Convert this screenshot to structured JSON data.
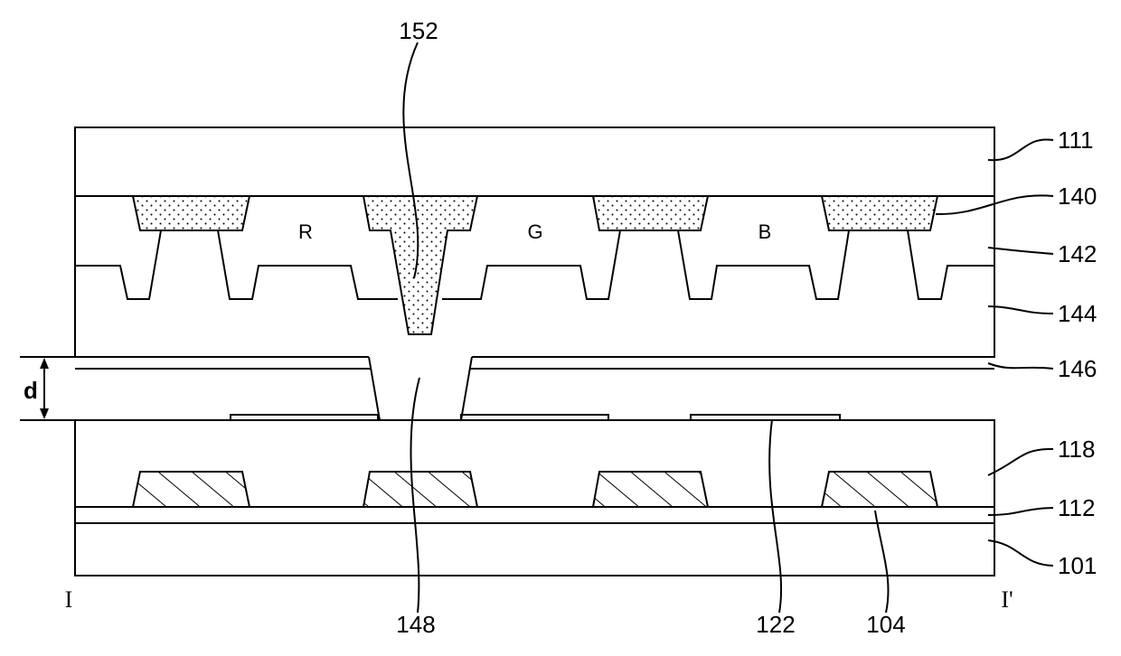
{
  "labels": {
    "ref_111": "111",
    "ref_140": "140",
    "ref_142": "142",
    "ref_144": "144",
    "ref_146": "146",
    "ref_118": "118",
    "ref_112": "112",
    "ref_101": "101",
    "ref_152": "152",
    "ref_148": "148",
    "ref_122": "122",
    "ref_104": "104",
    "gap_d": "d",
    "section_start": "I",
    "section_end": "I'"
  },
  "color_filters": [
    "R",
    "G",
    "B"
  ],
  "colors": {
    "line": "#000000",
    "background": "#ffffff"
  }
}
